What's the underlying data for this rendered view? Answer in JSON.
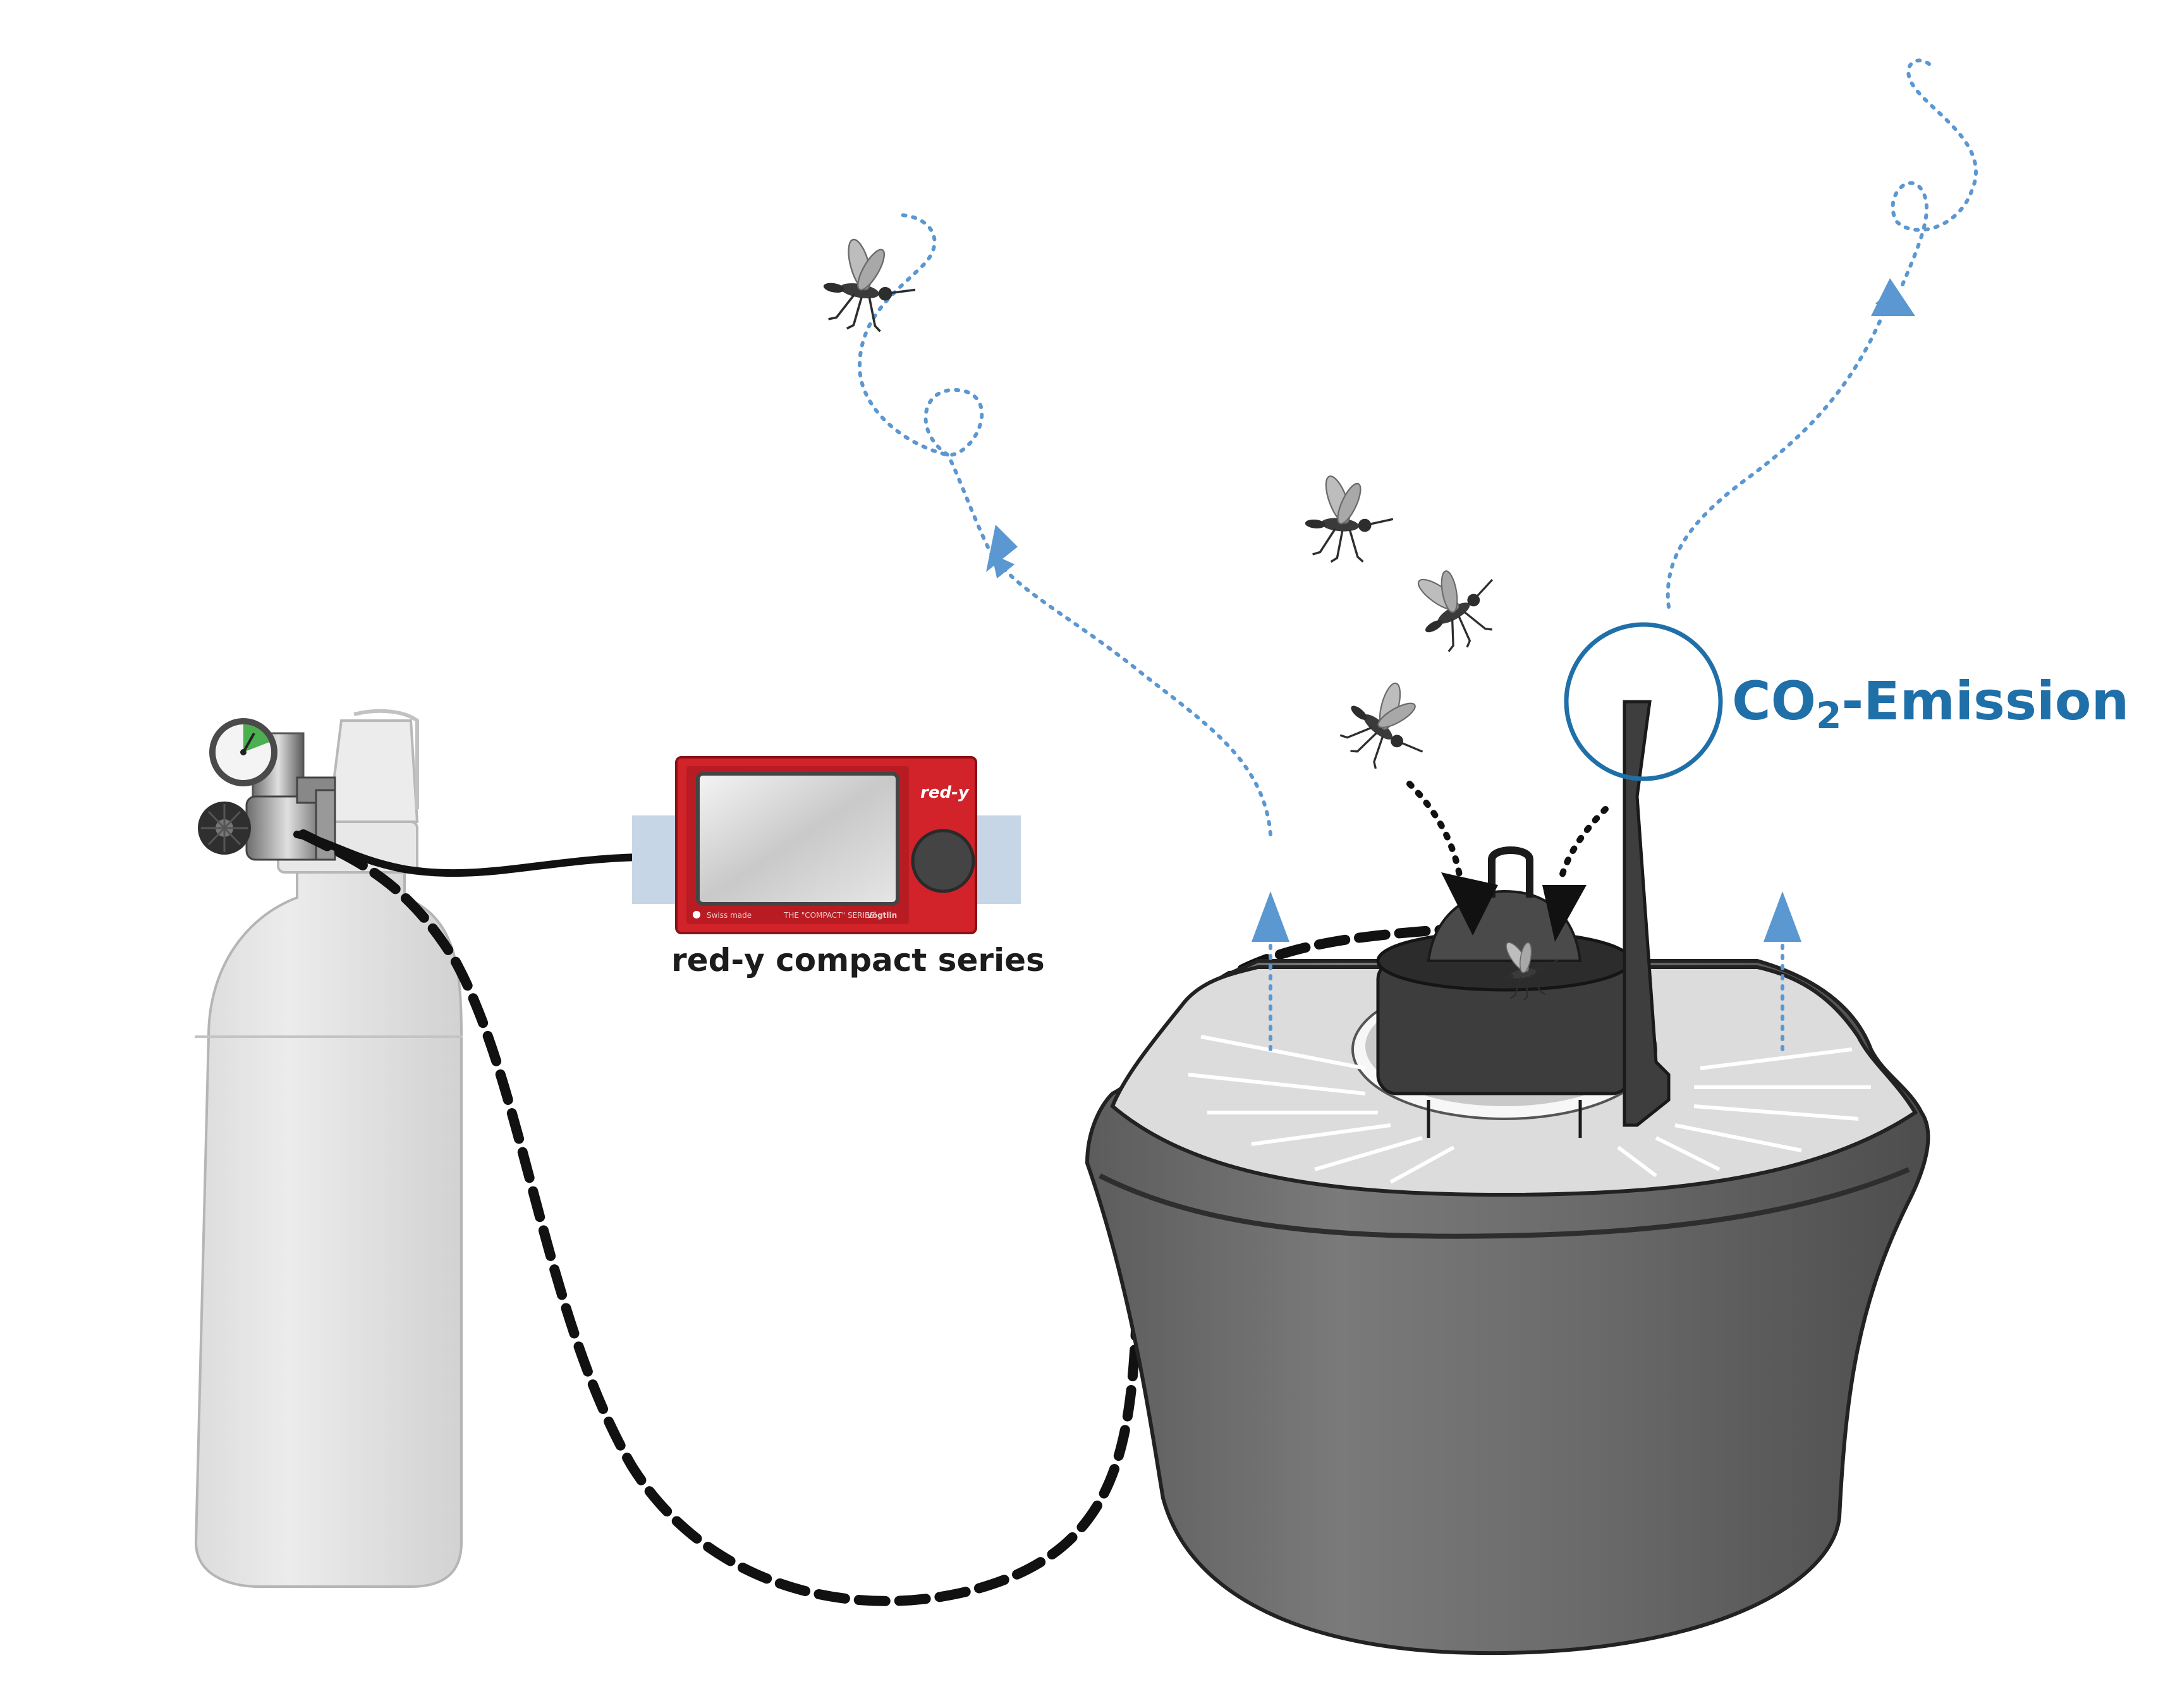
{
  "labels": {
    "device": "red-y compact series",
    "emission_main": "CO",
    "emission_sub": "2",
    "emission_rest": "-Emission"
  },
  "device_face": {
    "brand": "red-y",
    "maker": "vögtlin",
    "small_left": "Swiss made",
    "small_mid": "THE \"COMPACT\" SERIES"
  },
  "colors": {
    "accent_blue": "#1f6fa8",
    "arrow_blue": "#5b97d1",
    "device_red": "#d2232a",
    "hose": "#111111",
    "trap_dark": "#5a5a5a",
    "cylinder": "#e4e4e4"
  },
  "icons": [
    "gas-cylinder-icon",
    "pressure-regulator-icon",
    "mass-flow-controller-icon",
    "mosquito-trap-icon",
    "mosquito-icon",
    "airflow-arrow-icon"
  ]
}
